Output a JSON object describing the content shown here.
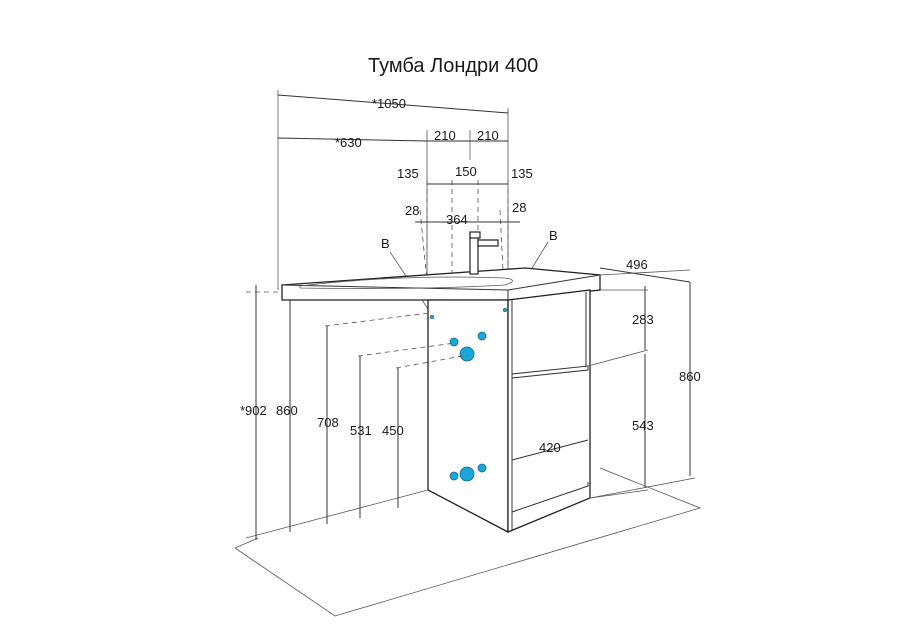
{
  "title": "Тумба Лондри 400",
  "accent_color": "#1aa7d8",
  "dimensions": {
    "total_width": "*1050",
    "sink_offset": "*630",
    "half_left": "210",
    "half_right": "210",
    "side_left": "135",
    "center": "150",
    "side_right": "135",
    "edge_left": "28",
    "hole_span": "364",
    "edge_right": "28",
    "label_b_left": "B",
    "label_b_right": "B",
    "depth": "496",
    "height_total": "*902",
    "height_860_left": "860",
    "height_708": "708",
    "height_531": "531",
    "height_450": "450",
    "drawer_top": "283",
    "drawer_bottom": "543",
    "height_860_right": "860",
    "drawer_width": "420"
  }
}
